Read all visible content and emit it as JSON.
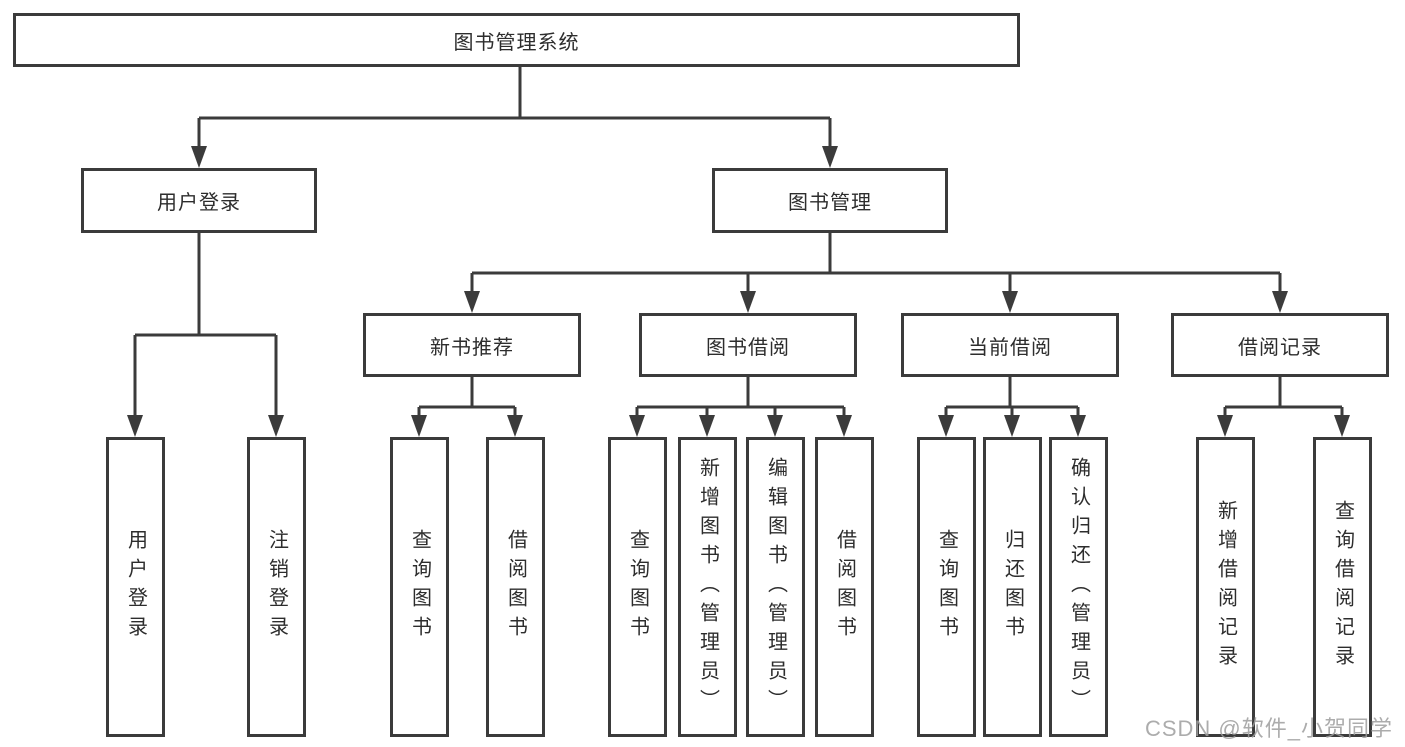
{
  "diagram_type": "hierarchy-tree",
  "title": "图书管理系统",
  "nodes": {
    "root": "图书管理系统",
    "level2": {
      "user_login": "用户登录",
      "book_management": "图书管理"
    },
    "level3": {
      "new_book_recommend": "新书推荐",
      "book_borrow": "图书借阅",
      "current_borrow": "当前借阅",
      "borrow_records": "借阅记录"
    },
    "leaves": {
      "user_login": "用户登录",
      "logout": "注销登录",
      "recommend_query_books": "查询图书",
      "recommend_borrow_books": "借阅图书",
      "borrow_query_books": "查询图书",
      "borrow_add_books_admin": "新增图书（管理员）",
      "borrow_edit_books_admin": "编辑图书（管理员）",
      "borrow_borrow_books": "借阅图书",
      "current_query_books": "查询图书",
      "current_return_books": "归还图书",
      "current_confirm_return_admin": "确认归还（管理员）",
      "records_add_record": "新增借阅记录",
      "records_query_record": "查询借阅记录"
    }
  },
  "hierarchy": [
    {
      "parent": "图书管理系统",
      "children": [
        "用户登录",
        "图书管理"
      ]
    },
    {
      "parent": "用户登录",
      "children": [
        "用户登录",
        "注销登录"
      ]
    },
    {
      "parent": "图书管理",
      "children": [
        "新书推荐",
        "图书借阅",
        "当前借阅",
        "借阅记录"
      ]
    },
    {
      "parent": "新书推荐",
      "children": [
        "查询图书",
        "借阅图书"
      ]
    },
    {
      "parent": "图书借阅",
      "children": [
        "查询图书",
        "新增图书（管理员）",
        "编辑图书（管理员）",
        "借阅图书"
      ]
    },
    {
      "parent": "当前借阅",
      "children": [
        "查询图书",
        "归还图书",
        "确认归还（管理员）"
      ]
    },
    {
      "parent": "借阅记录",
      "children": [
        "新增借阅记录",
        "查询借阅记录"
      ]
    }
  ],
  "watermark": "CSDN @软件_小贺同学",
  "colors": {
    "line": "#3b3b3b",
    "text": "#2d2d2d",
    "background": "#ffffff",
    "watermark": "#9e9e9e"
  }
}
